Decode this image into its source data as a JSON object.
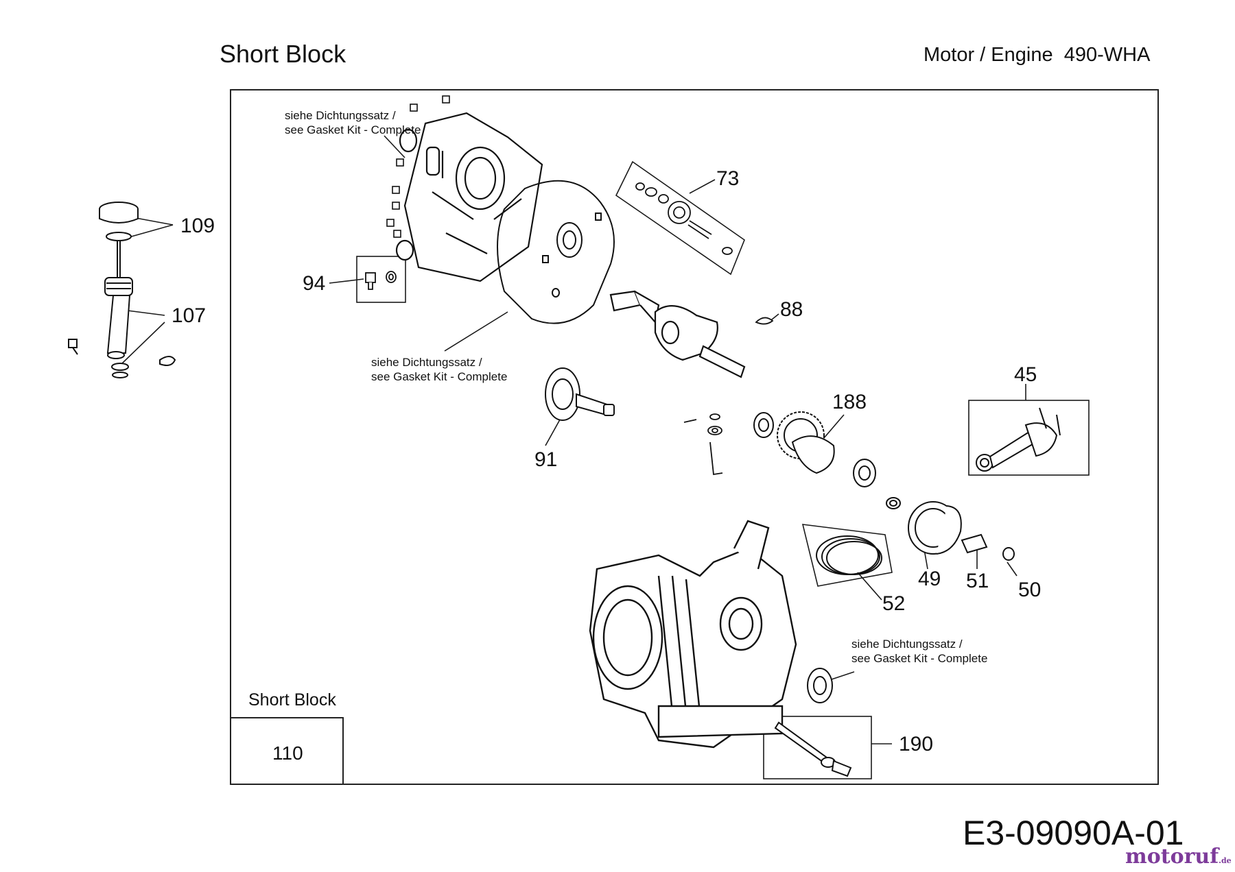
{
  "header": {
    "title": "Short Block",
    "engine_label": "Motor / Engine",
    "engine_model": "490-WHA"
  },
  "callouts": {
    "c109": "109",
    "c107": "107",
    "c94": "94",
    "c73": "73",
    "c88": "88",
    "c91": "91",
    "c188": "188",
    "c45": "45",
    "c49": "49",
    "c51": "51",
    "c50": "50",
    "c52": "52",
    "c190": "190"
  },
  "notes": {
    "gasket_top": [
      "siehe Dichtungssatz /",
      "see Gasket Kit - Complete"
    ],
    "gasket_mid": [
      "siehe Dichtungssatz /",
      "see Gasket Kit - Complete"
    ],
    "gasket_bottom": [
      "siehe Dichtungssatz /",
      "see Gasket Kit - Complete"
    ]
  },
  "legend_box": {
    "label": "Short Block",
    "part_number": "110"
  },
  "footer": {
    "doc_id": "E3-09090A-01",
    "brand": "motoruf",
    "brand_suffix": ".de"
  },
  "colors": {
    "line": "#1a1a1a",
    "brand": "#7d3b9a"
  }
}
